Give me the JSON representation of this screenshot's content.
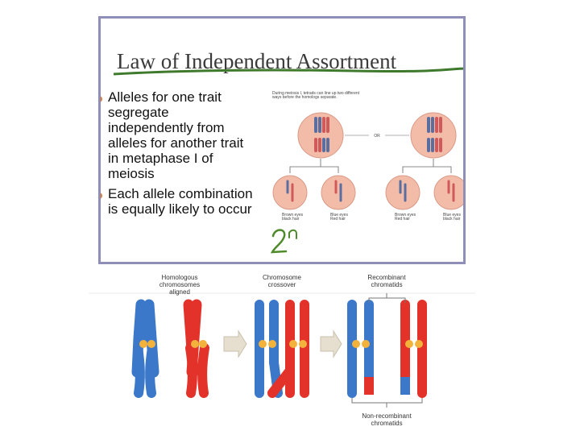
{
  "slide": {
    "title": "Law of Independent Assortment",
    "bullets": [
      "Alleles for one trait\nsegregate\nindependently from\nalleles for another trait\nin metaphase I of\nmeiosis",
      "Each allele combination\nis equally likely to occur"
    ],
    "handwriting": "2ⁿ"
  },
  "meiosis_figure": {
    "caption": "During meiosis I, tetrads can line up two different\nways before the homologs separate.",
    "or_label": "OR",
    "cells": [
      {
        "label": "Brown eyes\nblack hair"
      },
      {
        "label": "Blue eyes\nRed hair"
      },
      {
        "label": "Brown eyes\nRed hair"
      },
      {
        "label": "Blue eyes\nblack hair"
      }
    ]
  },
  "crossover_figure": {
    "stage_labels": [
      "Homologous\nchromosomes\naligned",
      "Chromosome\ncrossover",
      "Recombinant\nchromatids"
    ],
    "bottom_label": "Non-recombinant\nchromatids",
    "colors": {
      "blue": "#3b78c9",
      "red": "#e2322a",
      "centromere": "#f3b23c",
      "arrow": "#e6dfcf"
    }
  }
}
